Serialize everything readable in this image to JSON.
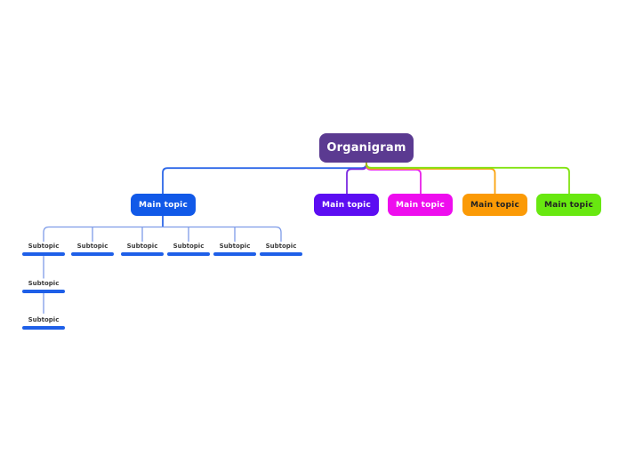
{
  "app": {
    "background": "#ffffff"
  },
  "root_topic": {
    "label": "Organigram",
    "fill": "#5b3a91",
    "text_color": "#ffffff",
    "connector_stub_color": "#a6b41c"
  },
  "main_topics": [
    {
      "label": "Main topic",
      "fill": "#1159e8",
      "text_color": "#ffffff",
      "line_color": "#2e68e8"
    },
    {
      "label": "Main topic",
      "fill": "#5c0df2",
      "text_color": "#ffffff",
      "line_color": "#7c2be0"
    },
    {
      "label": "Main topic",
      "fill": "#ee0dee",
      "text_color": "#ffffff",
      "line_color": "#e821e8"
    },
    {
      "label": "Main topic",
      "fill": "#fb9a06",
      "text_color": "#222222",
      "line_color": "#fba30d"
    },
    {
      "label": "Main topic",
      "fill": "#68e810",
      "text_color": "#222222",
      "line_color": "#82e312"
    }
  ],
  "branch1": {
    "rail_color": "#7e9ce8",
    "bar_color": "#1e5fe8",
    "label_color": "#3c3c3c",
    "subtopics": [
      {
        "label": "Subtopic"
      },
      {
        "label": "Subtopic"
      },
      {
        "label": "Subtopic"
      },
      {
        "label": "Subtopic"
      },
      {
        "label": "Subtopic"
      },
      {
        "label": "Subtopic"
      }
    ],
    "nested_subtopics": [
      {
        "label": "Subtopic"
      },
      {
        "label": "Subtopic"
      }
    ]
  }
}
